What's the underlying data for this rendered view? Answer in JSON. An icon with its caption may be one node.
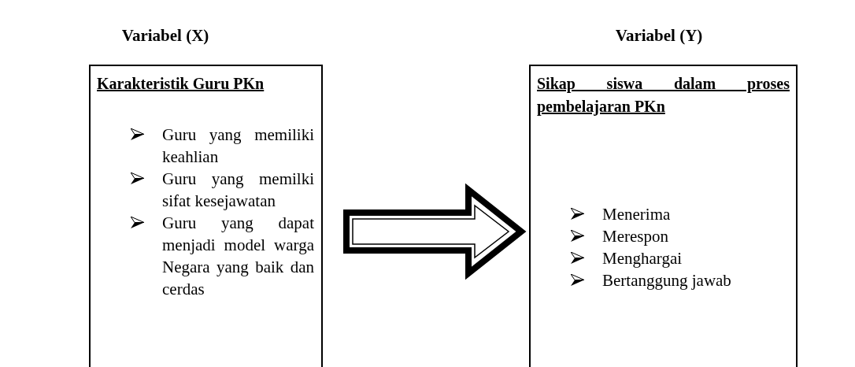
{
  "diagram": {
    "nodes": [
      {
        "text": [
          "Variabel (X)",
          "Karakteristik Guru PKn",
          "Guru yang memiliki keahlian",
          "Guru yang memilki sifat kesejawatan",
          "Guru yang dapat menjadi model warga Negara yang baik dan cerdas"
        ]
      },
      {
        "text": [
          "Variabel (Y)",
          "Sikap siswa dalam proses pembelajaran PKn",
          "Menerima",
          "Merespon",
          "Menghargai",
          "Bertanggung jawab"
        ]
      }
    ],
    "edges": [
      {
        "from": 0,
        "to": 1,
        "arrow": "to",
        "style": "thick"
      }
    ]
  }
}
